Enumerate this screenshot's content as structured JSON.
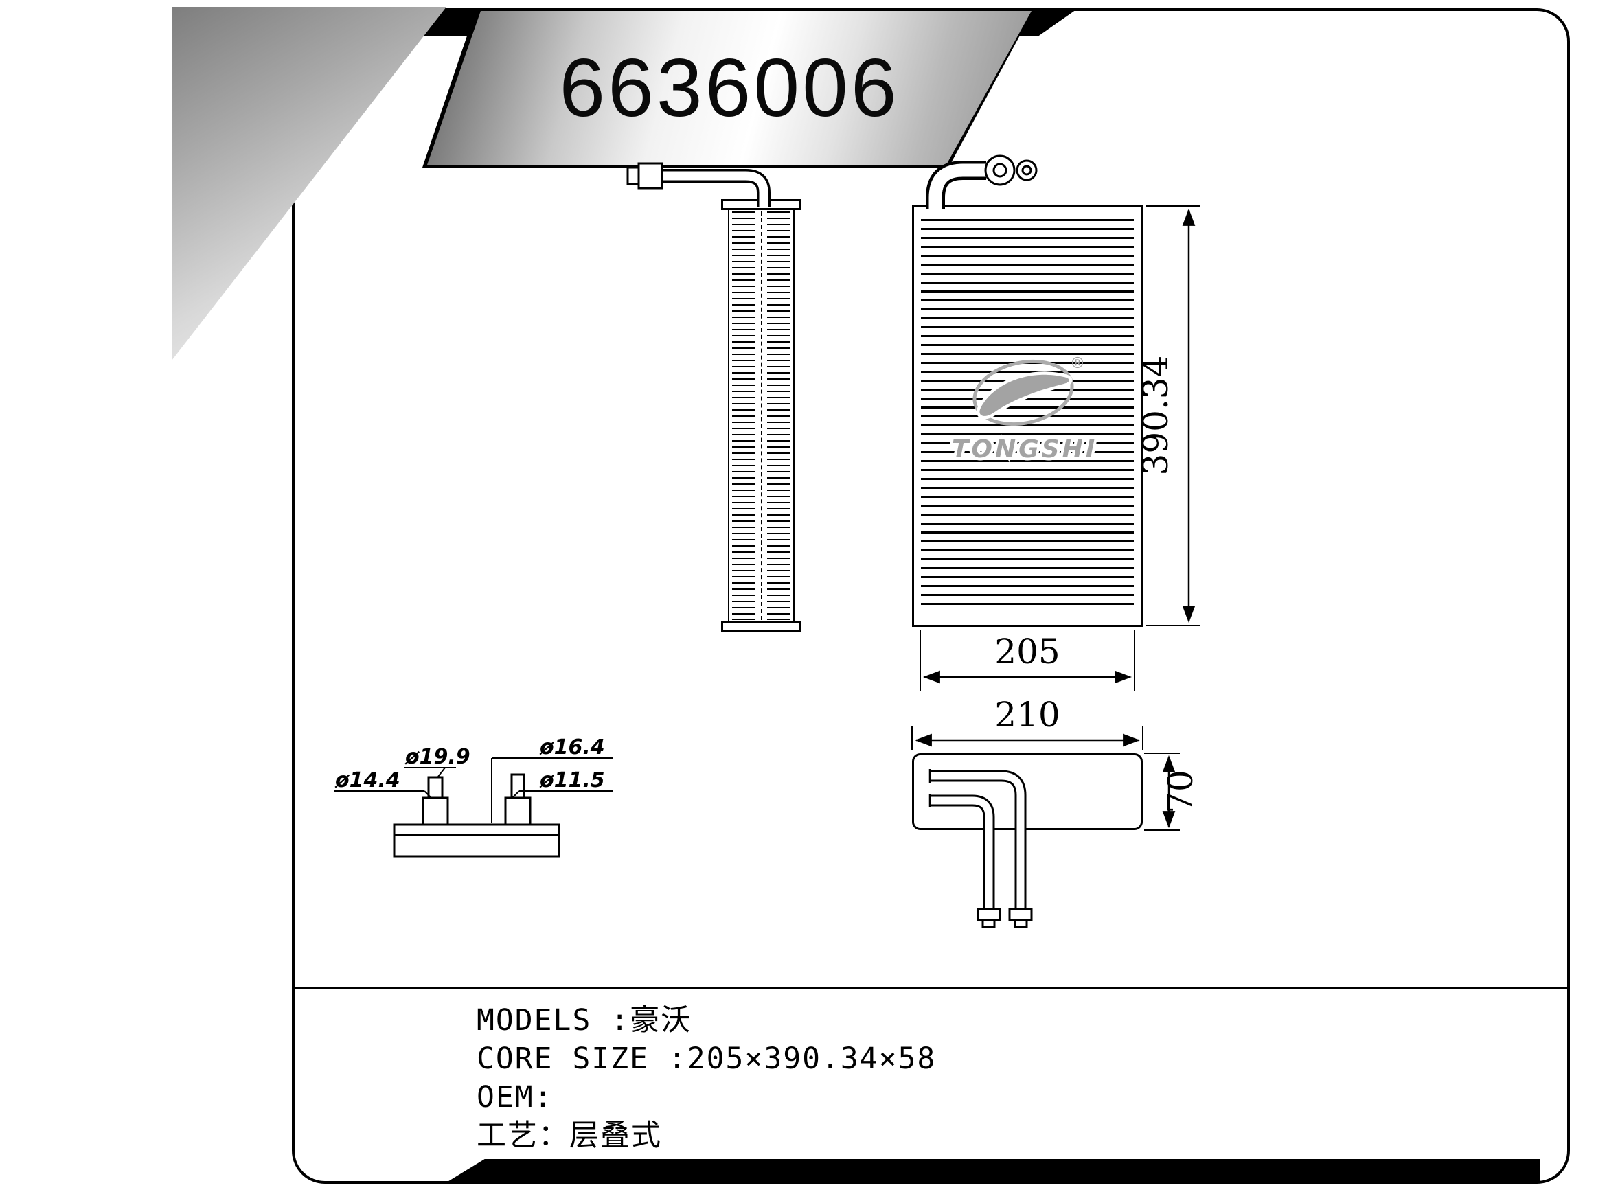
{
  "banner": {
    "part_number": "6636006"
  },
  "brand": {
    "name": "TONGSHI",
    "registered_mark": "®"
  },
  "dimensions": {
    "core_height": "390.34",
    "core_width": "205",
    "overall_width": "210",
    "overall_depth": "70"
  },
  "ports": {
    "d14_4": "ø14.4",
    "d19_9": "ø19.9",
    "d16_4": "ø16.4",
    "d11_5": "ø11.5"
  },
  "specs": {
    "models": "MODELS :豪沃",
    "core_size": "CORE SIZE :205×390.34×58",
    "oem": "OEM:",
    "process": "工艺：层叠式"
  },
  "colors": {
    "line": "#000000",
    "watermark": "#a3a3a3",
    "banner_metal_dark": "#636363",
    "banner_metal_light": "#ffffff"
  }
}
